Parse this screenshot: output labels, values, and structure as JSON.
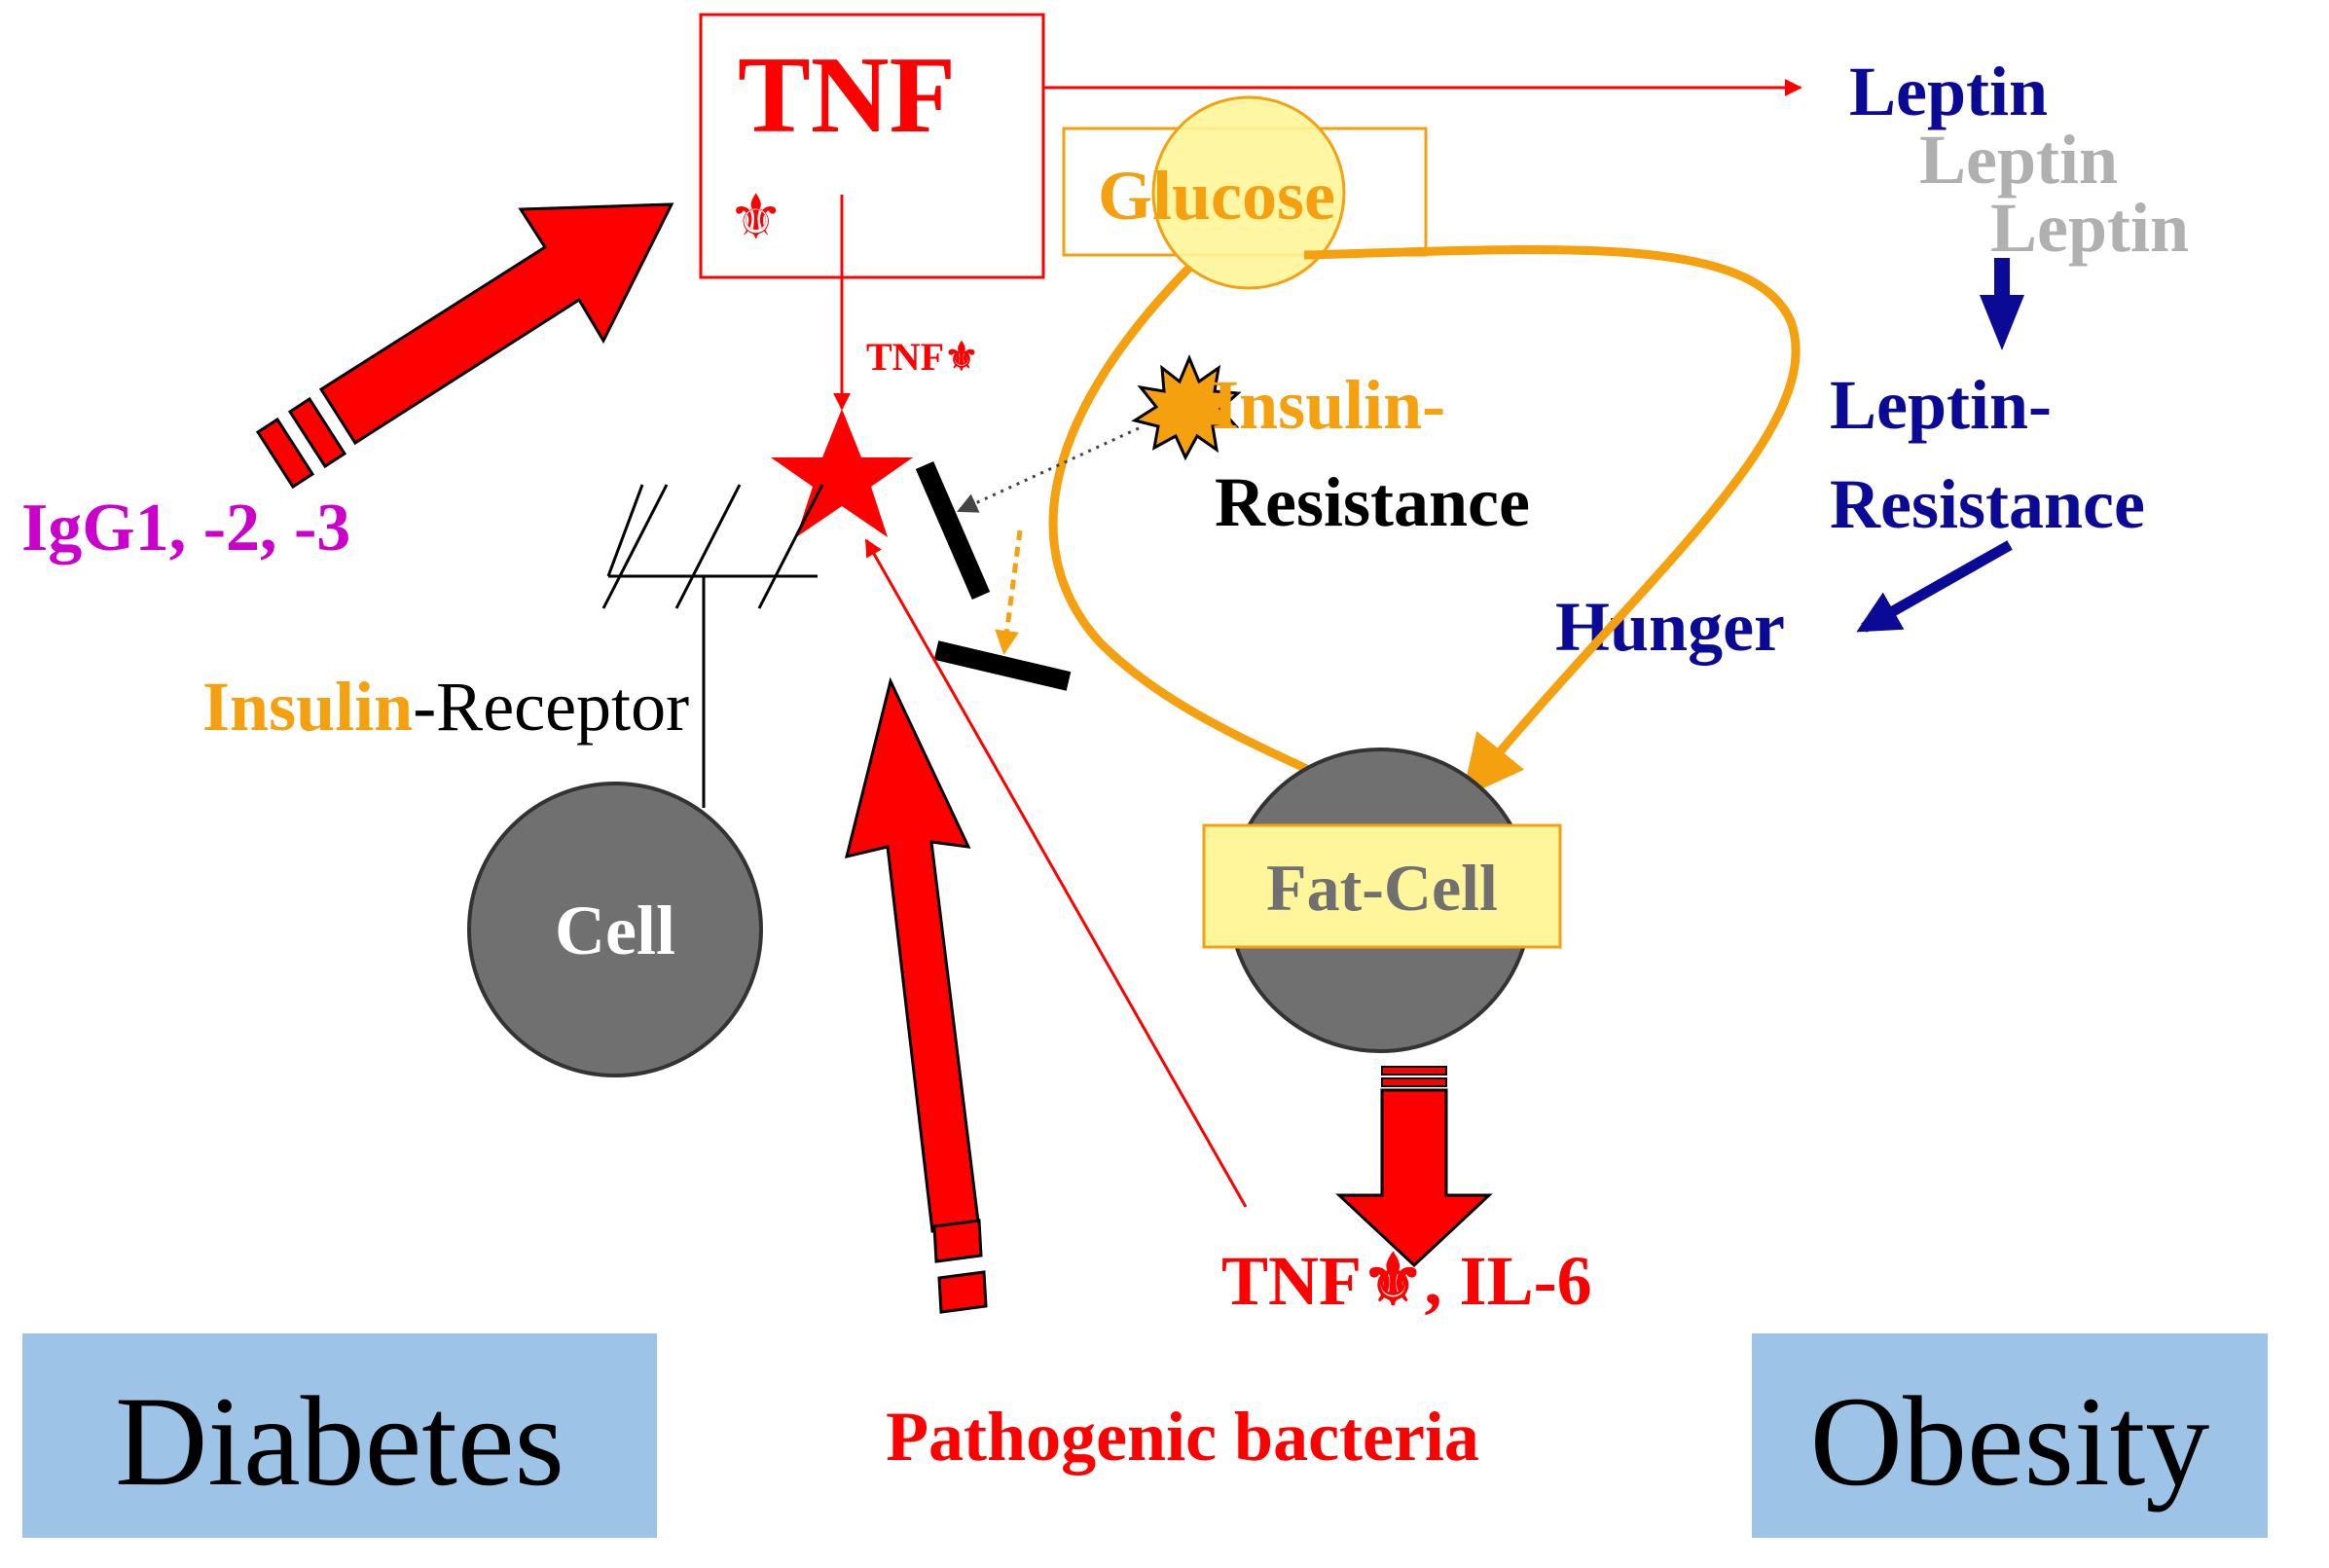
{
  "colors": {
    "red": "#ff0000",
    "orange": "#f5a00f",
    "navy": "#0a0a96",
    "magenta": "#cc00cc",
    "gray_text": "#b0b0b0",
    "cell_gray": "#707070",
    "label_box_blue": "#9dc3e6",
    "glucose_yellow": "#fff59a"
  },
  "tnf_box": {
    "title": "TNF",
    "symbol": "⚜"
  },
  "tnf_arrow_label": "TNF⚜",
  "leptin": {
    "line1": "Leptin",
    "line2": "Leptin",
    "line3": "Leptin"
  },
  "leptin_resistance": {
    "line1": "Leptin-",
    "line2": "Resistance"
  },
  "hunger": "Hunger",
  "glucose": "Glucose",
  "insulin_resistance": {
    "line1": "Insulin-",
    "line2": "Resistance"
  },
  "antibodies": "IgG1, -2, -3",
  "insulin_receptor": {
    "part1": "Insulin",
    "part2": "-Receptor"
  },
  "cell": "Cell",
  "fat_cell": "Fat-Cell",
  "cytokines": "TNF⚜, IL-6",
  "pathogenic_bacteria": "Pathogenic bacteria",
  "diabetes": "Diabetes",
  "obesity": "Obesity",
  "icons": [
    "tnf-star-icon",
    "explosion-icon",
    "antenna-receptor-icon",
    "inhibition-bar-icon"
  ]
}
